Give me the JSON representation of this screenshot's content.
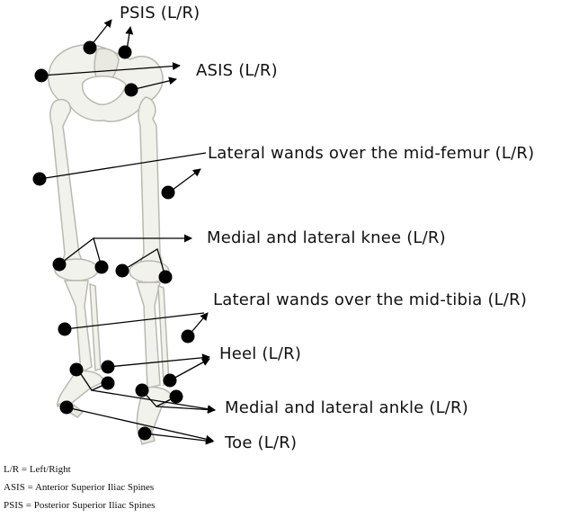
{
  "figure": {
    "labels": {
      "psis": "PSIS (L/R)",
      "asis": "ASIS (L/R)",
      "femur": "Lateral wands over the mid-femur (L/R)",
      "knee": "Medial and lateral knee (L/R)",
      "tibia": "Lateral wands over the mid-tibia (L/R)",
      "heel": "Heel (L/R)",
      "ankle": "Medial and lateral ankle (L/R)",
      "toe": "Toe (L/R)"
    },
    "legend": {
      "lr": "L/R = Left/Right",
      "asis": "ASIS = Anterior Superior Iliac Spines",
      "psis": "PSIS =  Posterior Superior Iliac Spines"
    }
  },
  "colors": {
    "marker": "#000000",
    "bone": "#f2f2ec",
    "bone_stroke": "#b9b9b0",
    "arrow": "#000000"
  }
}
